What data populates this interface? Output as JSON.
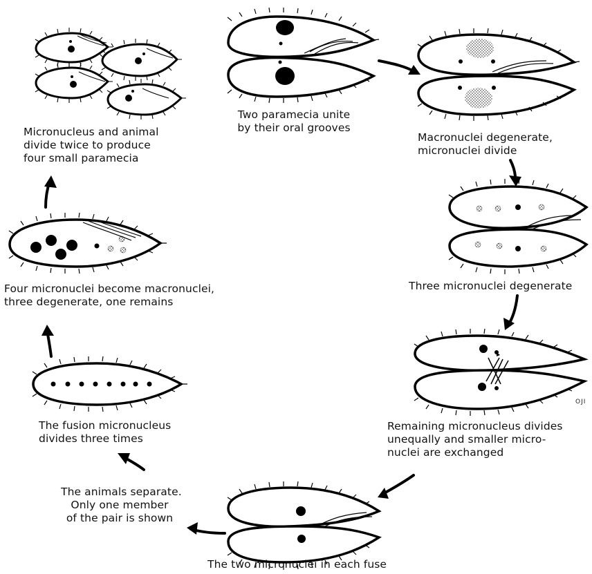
{
  "stages": {
    "unite": {
      "caption": [
        "Two paramecia unite",
        "by their oral grooves"
      ]
    },
    "macro_degenerate": {
      "caption": [
        "Macronuclei degenerate,",
        "micronuclei divide"
      ]
    },
    "three_degenerate": {
      "caption": [
        "Three micronuclei degenerate"
      ]
    },
    "exchange": {
      "caption": [
        "Remaining micronucleus divides",
        "unequally and smaller micro-",
        "nuclei are exchanged"
      ]
    },
    "fuse": {
      "caption": [
        "The two micronuclei in each fuse"
      ]
    },
    "separate": {
      "caption": [
        "The animals separate.",
        "Only one member",
        "of the pair is shown"
      ]
    },
    "divides_three": {
      "caption": [
        "The fusion micronucleus",
        "divides three times"
      ]
    },
    "macro_form": {
      "caption": [
        "Four micronuclei become macronuclei,",
        "three degenerate, one remains"
      ]
    },
    "four_paramecia": {
      "caption": [
        "Micronucleus and animal",
        "divide twice to produce",
        "four small paramecia"
      ]
    }
  },
  "signature": "OJI"
}
